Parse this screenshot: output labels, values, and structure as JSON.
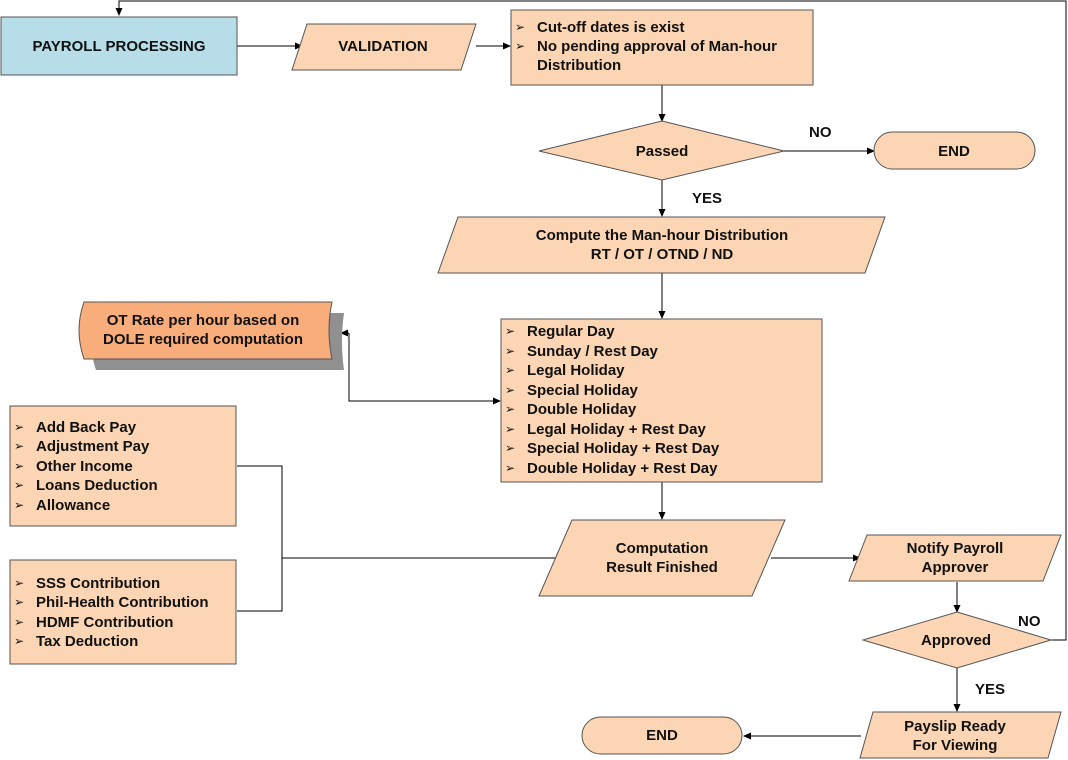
{
  "nodes": {
    "payroll_processing": "PAYROLL PROCESSING",
    "validation": "VALIDATION",
    "validation_checks": [
      "Cut-off dates is exist",
      "No pending approval of Man-hour",
      "Distribution"
    ],
    "passed": "Passed",
    "no_label_1": "NO",
    "end_1": "END",
    "yes_label_1": "YES",
    "compute_line1": "Compute the Man-hour Distribution",
    "compute_line2": "RT / OT / OTND / ND",
    "ot_rate_line1": "OT Rate per hour based on",
    "ot_rate_line2": "DOLE required computation",
    "day_types": [
      "Regular Day",
      "Sunday / Rest Day",
      "Legal Holiday",
      "Special Holiday",
      "Double Holiday",
      "Legal Holiday + Rest Day",
      "Special Holiday + Rest Day",
      "Double Holiday + Rest Day"
    ],
    "income_items": [
      "Add Back Pay",
      "Adjustment Pay",
      "Other Income",
      "Loans Deduction",
      "Allowance"
    ],
    "deduction_items": [
      "SSS Contribution",
      "Phil-Health Contribution",
      "HDMF Contribution",
      "Tax Deduction"
    ],
    "result_line1": "Computation",
    "result_line2": "Result Finished",
    "notify_line1": "Notify Payroll",
    "notify_line2": "Approver",
    "approved": "Approved",
    "no_label_2": "NO",
    "yes_label_2": "YES",
    "payslip_line1": "Payslip Ready",
    "payslip_line2": "For Viewing",
    "end_2": "END"
  },
  "colors": {
    "shape_fill": "#fcd5b4",
    "start_fill": "#b7dde8",
    "ot_fill": "#f9ad7a",
    "ot_shadow": "#909090"
  },
  "icons": {
    "bullet": "arrowhead-bullet-icon"
  }
}
